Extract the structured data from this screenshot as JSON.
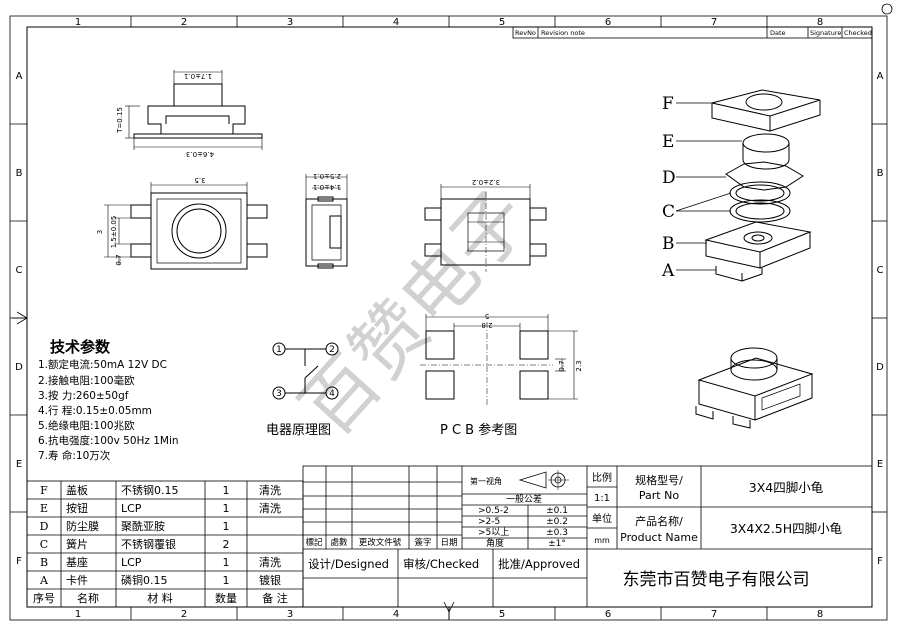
{
  "frame": {
    "col_labels": [
      "1",
      "2",
      "3",
      "4",
      "5",
      "6",
      "7",
      "8"
    ],
    "row_labels": [
      "A",
      "B",
      "C",
      "D",
      "E",
      "F"
    ]
  },
  "revision_header": {
    "rev_no": "RevNo",
    "revision_note": "Revision note",
    "date": "Date",
    "signature": "Signature",
    "checked": "Checked"
  },
  "dimensions": {
    "height_t": "T=0.15",
    "width_46": "4.6±0.3",
    "dim_17": "1.7±0.1",
    "dim_35": "3.5",
    "dim_3": "3",
    "dim_15": "1.5±0.05",
    "dim_07": "0.7",
    "side_25": "2.5±0.1",
    "side_14": "1.4±0.1",
    "bottom_32": "3.2±0.2",
    "pcb_5": "5",
    "pcb_28": "2.8",
    "pcb_07": "0.7",
    "pcb_23": "2.3"
  },
  "exploded_labels": [
    "F",
    "E",
    "D",
    "C",
    "B",
    "A"
  ],
  "specs": {
    "title": "技术参数",
    "items": [
      "1.额定电流:50mA 12V DC",
      "2.接触电阻:100毫欧",
      "3.按    力:260±50gf",
      "4.行    程:0.15±0.05mm",
      "5.绝缘电阻:100兆欧",
      "6.抗电强度:100v 50Hz 1Min",
      "7.寿    命:10万次"
    ]
  },
  "schematic": {
    "pins": [
      "1",
      "2",
      "3",
      "4"
    ],
    "caption": "电器原理图"
  },
  "pcb": {
    "caption": "P C B 参考图"
  },
  "watermark": "百赞电子",
  "bom": {
    "header": [
      "序号",
      "名称",
      "材  料",
      "数量",
      "备  注"
    ],
    "rows": [
      {
        "id": "F",
        "name": "盖板",
        "material": "不锈钢0.15",
        "qty": "1",
        "note": "清洗"
      },
      {
        "id": "E",
        "name": "按钮",
        "material": "LCP",
        "qty": "1",
        "note": "清洗"
      },
      {
        "id": "D",
        "name": "防尘膜",
        "material": "聚酰亚胺",
        "qty": "1",
        "note": ""
      },
      {
        "id": "C",
        "name": "簧片",
        "material": "不锈钢覆银",
        "qty": "2",
        "note": ""
      },
      {
        "id": "B",
        "name": "基座",
        "material": "LCP",
        "qty": "1",
        "note": "清洗"
      },
      {
        "id": "A",
        "name": "卡件",
        "material": "磷铜0.15",
        "qty": "1",
        "note": "镀银"
      }
    ]
  },
  "title_block": {
    "projection": "第一视角",
    "tolerance_title": "一般公差",
    "tolerances": [
      {
        "range": ">0.5-2",
        "value": "±0.1"
      },
      {
        "range": ">2-5",
        "value": "±0.2"
      },
      {
        "range": ">5以上",
        "value": "±0.3"
      },
      {
        "range": "角度",
        "value": "±1°"
      }
    ],
    "change_cols": [
      "標記",
      "處數",
      "更改文件號",
      "簽字",
      "日期"
    ],
    "designed": "设计/Designed",
    "checked": "审核/Checked",
    "approved": "批准/Approved",
    "scale_label": "比例",
    "scale_value": "1:1",
    "unit_label": "单位",
    "unit_value": "mm",
    "model_label_cn": "规格型号/",
    "model_label_en": "Part No",
    "model_value": "3X4四脚小龟",
    "product_label_cn": "产品名称/",
    "product_label_en": "Product Name",
    "product_value": "3X4X2.5H四脚小龟",
    "company": "东莞市百赞电子有限公司"
  }
}
